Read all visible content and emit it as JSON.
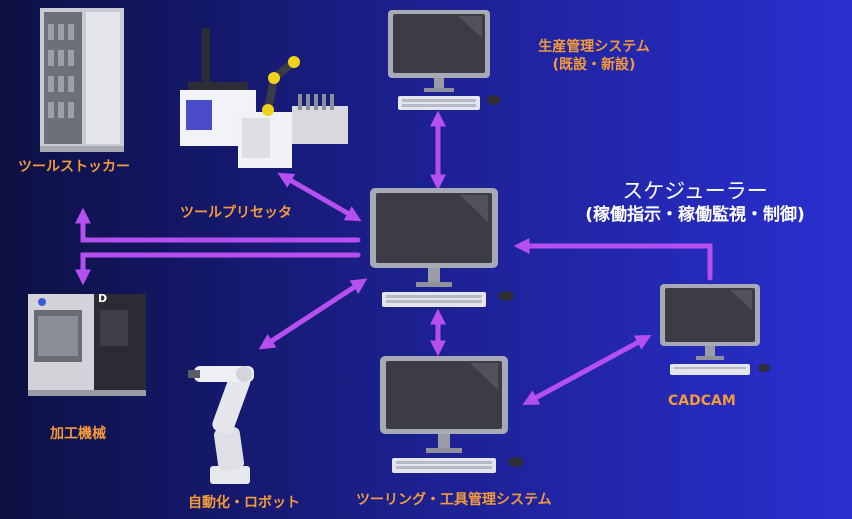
{
  "labels": {
    "production": [
      "生産管理システム",
      "(既設・新設)"
    ],
    "scheduler": [
      "スケジューラー",
      "(稼働指示・稼働監視・制御)"
    ],
    "tool_stocker": "ツールストッカー",
    "tool_presetter": "ツールプリセッタ",
    "machining": "加工機械",
    "robot": "自動化・ロボット",
    "tooling": "ツーリング・工具管理システム",
    "cadcam": "CADCAM",
    "machine_badge": "D"
  },
  "colors": {
    "label": "#f39a3a",
    "arrow": "#b54ff0",
    "text": "#ffffff",
    "bg_left": "#0c1042",
    "bg_right": "#2a2fd0"
  },
  "icons": [
    "monitor-icon",
    "keyboard-icon",
    "mouse-icon",
    "tool-stocker-icon",
    "tool-presetter-icon",
    "machining-center-icon",
    "robot-arm-icon"
  ]
}
